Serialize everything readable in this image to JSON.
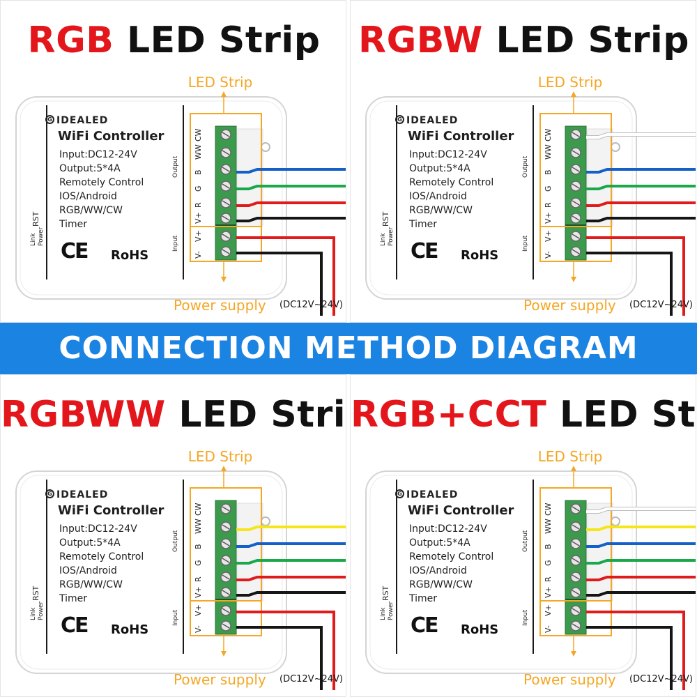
{
  "banner": {
    "text": "CONNECTION METHOD DIAGRAM",
    "color": "#1b84e3"
  },
  "colors": {
    "highlight": "#e3161b",
    "label": "#f5a623",
    "wire_blue": "#1560c8",
    "wire_green": "#1aa84a",
    "wire_red": "#e01b1b",
    "wire_black": "#151515",
    "wire_yellow": "#f5e61a",
    "wire_white": "#ffffff",
    "terminal": "#3c9a4d"
  },
  "device": {
    "brand": "IDEALED",
    "brand_icon": "g-logo-icon",
    "title": "WiFi Controller",
    "specs": [
      "Input:DC12-24V",
      "Output:5*4A",
      "Remotely Control",
      "IOS/Android",
      "RGB/WW/CW",
      "Timer"
    ],
    "ce": "CE",
    "rohs": "RoHS",
    "rst": "RST",
    "power": "Power",
    "link": "Link",
    "output_label": "Output",
    "input_label": "Input",
    "output_pins": [
      "CW",
      "WW",
      "B",
      "G",
      "R",
      "V+"
    ],
    "input_pins": [
      "V+",
      "V-"
    ]
  },
  "labels": {
    "led_strip": "LED Strip",
    "power_supply": "Power supply",
    "dc_range": "(DC12V~24V)"
  },
  "panels": [
    {
      "title_highlight": "RGB",
      "title_rest": " LED Strip",
      "wires": [
        "none",
        "none",
        "blue",
        "green",
        "red",
        "black"
      ]
    },
    {
      "title_highlight": "RGBW",
      "title_rest": " LED Strip",
      "wires": [
        "white",
        "none",
        "blue",
        "green",
        "red",
        "black"
      ]
    },
    {
      "title_highlight": "RGBWW",
      "title_rest": " LED Strip",
      "wires": [
        "none",
        "yellow",
        "blue",
        "green",
        "red",
        "black"
      ]
    },
    {
      "title_highlight": "RGB+CCT",
      "title_rest": " LED Strip",
      "wires": [
        "white",
        "yellow",
        "blue",
        "green",
        "red",
        "black"
      ]
    }
  ]
}
